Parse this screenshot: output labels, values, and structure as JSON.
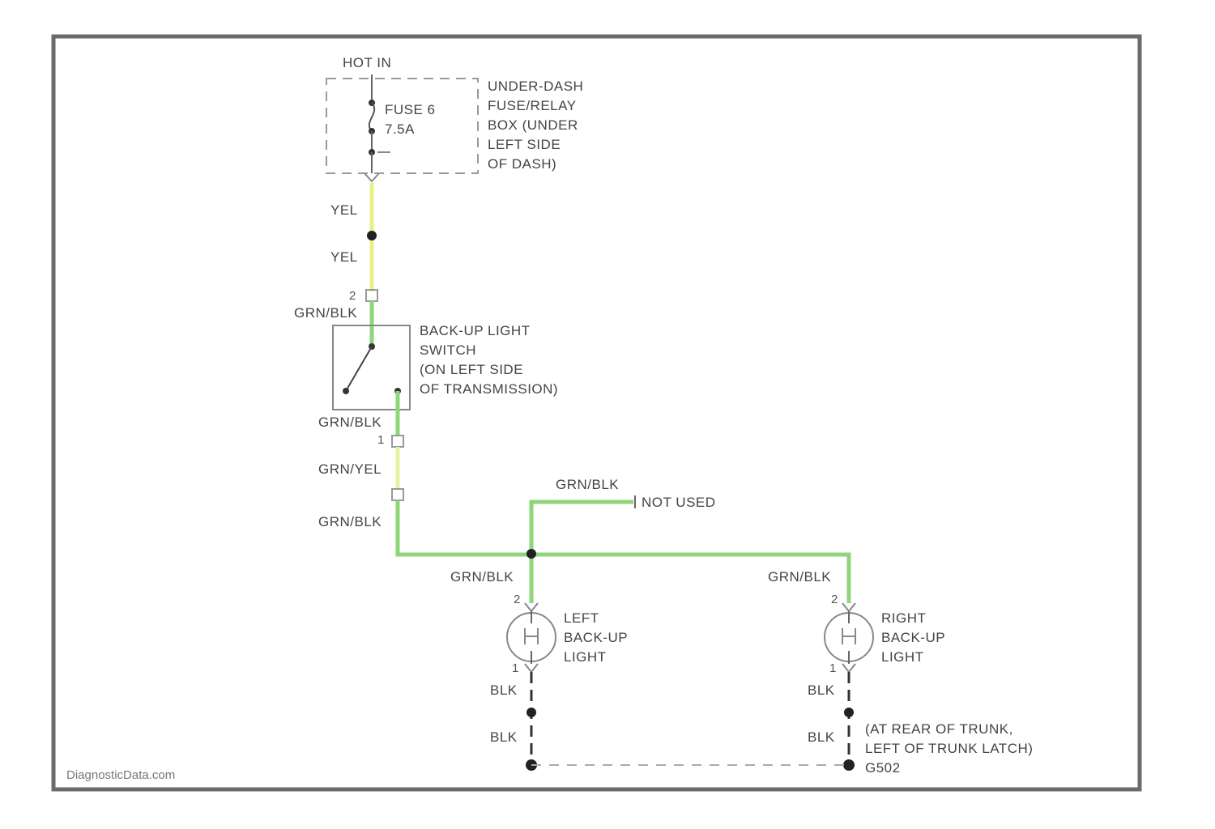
{
  "diagram": {
    "hot_in": "HOT IN",
    "fuse_label": [
      "FUSE 6",
      "7.5A"
    ],
    "fuse_box_label": [
      "UNDER-DASH",
      "FUSE/RELAY",
      "BOX (UNDER",
      "LEFT SIDE",
      "OF DASH)"
    ],
    "wire_yel_1": "YEL",
    "wire_yel_2": "YEL",
    "pin_switch_top": "2",
    "wire_grn_blk_1": "GRN/BLK",
    "switch_label": [
      "BACK-UP LIGHT",
      "SWITCH",
      "(ON LEFT SIDE",
      "OF TRANSMISSION)"
    ],
    "wire_grn_blk_2": "GRN/BLK",
    "pin_switch_bottom": "1",
    "wire_grn_yel": "GRN/YEL",
    "wire_grn_blk_3": "GRN/BLK",
    "wire_grn_blk_4": "GRN/BLK",
    "not_used": "NOT USED",
    "wire_grn_blk_left": "GRN/BLK",
    "wire_grn_blk_right": "GRN/BLK",
    "pin_left_top": "2",
    "pin_right_top": "2",
    "left_light_label": [
      "LEFT",
      "BACK-UP",
      "LIGHT"
    ],
    "right_light_label": [
      "RIGHT",
      "BACK-UP",
      "LIGHT"
    ],
    "pin_left_bottom": "1",
    "pin_right_bottom": "1",
    "wire_blk_l1": "BLK",
    "wire_blk_l2": "BLK",
    "wire_blk_r1": "BLK",
    "wire_blk_r2": "BLK",
    "ground_label": [
      "(AT REAR OF TRUNK,",
      "LEFT OF TRUNK LATCH)",
      "G502"
    ],
    "watermark": "DiagnosticData.com"
  },
  "colors": {
    "frame": "#6b6b6b",
    "wire_yellow": "#e8ee8a",
    "wire_green": "#8fd67a",
    "wire_black": "#333333",
    "dashed_box": "#9a9a9a"
  }
}
